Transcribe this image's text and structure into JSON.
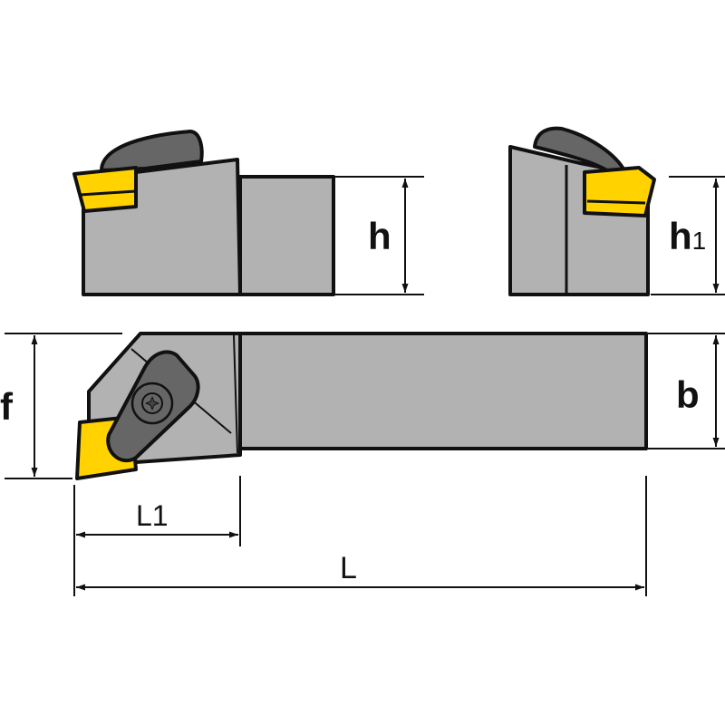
{
  "labels": {
    "h": "h",
    "h1_main": "h",
    "h1_sub": "1",
    "b": "b",
    "f": "f",
    "L1": "L1",
    "L": "L"
  },
  "colors": {
    "body": "#b2b2b2",
    "clamp": "#666666",
    "insert": "#ffd200",
    "outline": "#111111"
  }
}
